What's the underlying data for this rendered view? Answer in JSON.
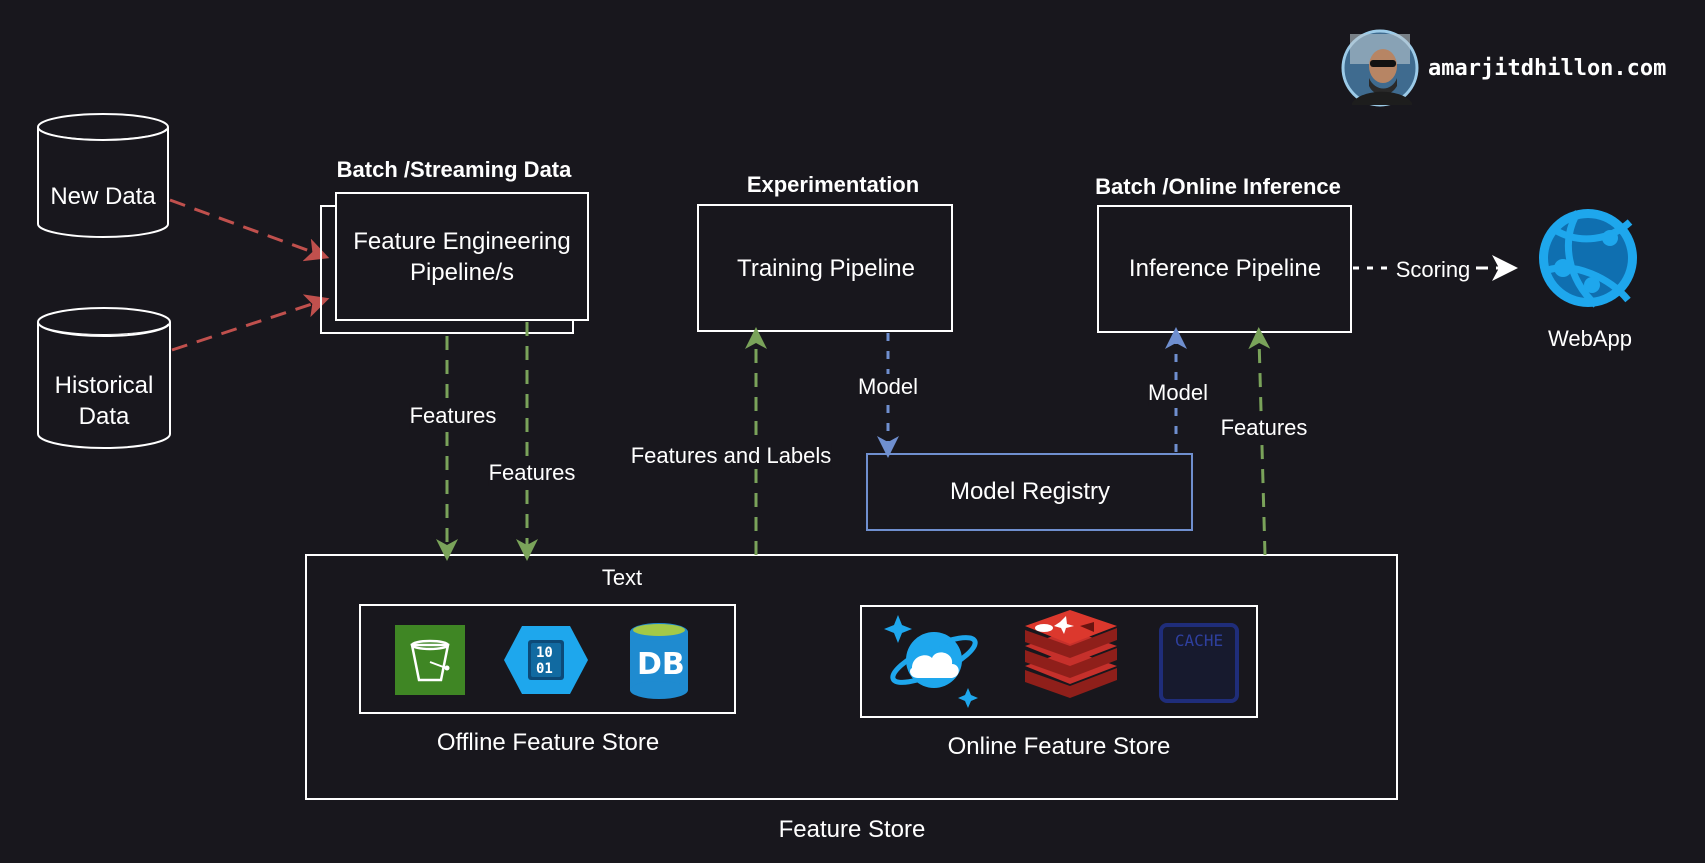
{
  "brand": {
    "site": "amarjitdhillon.com"
  },
  "sources": {
    "new_data": "New Data",
    "historical_data_line1": "Historical",
    "historical_data_line2": "Data"
  },
  "sections": {
    "batch_streaming": "Batch /Streaming Data",
    "experimentation": "Experimentation",
    "batch_online_inference": "Batch /Online Inference"
  },
  "boxes": {
    "feature_engineering_line1": "Feature Engineering",
    "feature_engineering_line2": "Pipeline/s",
    "training_pipeline": "Training Pipeline",
    "inference_pipeline": "Inference Pipeline",
    "model_registry": "Model Registry"
  },
  "flows": {
    "features_1": "Features",
    "features_2": "Features",
    "features_and_labels": "Features and Labels",
    "model_down": "Model",
    "model_up": "Model",
    "features_up": "Features",
    "scoring": "Scoring"
  },
  "webapp": {
    "label": "WebApp"
  },
  "feature_store": {
    "title": "Feature Store",
    "text_label": "Text",
    "offline": "Offline Feature Store",
    "online": "Online Feature Store",
    "offline_icons": [
      "s3-bucket-icon",
      "binary-blob-icon",
      "database-icon"
    ],
    "online_icons": [
      "cosmos-db-icon",
      "redis-icon",
      "cache-icon"
    ],
    "cache_label": "CACHE",
    "binary_label_line1": "10",
    "binary_label_line2": "01",
    "db_label": "DB"
  },
  "colors": {
    "background": "#18171d",
    "red_arrow": "#c0504d",
    "green_arrow": "#7aa35a",
    "blue_arrow": "#6f8fcf",
    "azure_blue": "#1ea7ed",
    "redis_red": "#c6302b",
    "s3_green": "#3f8624",
    "cache_navy": "#1f2d7a"
  }
}
